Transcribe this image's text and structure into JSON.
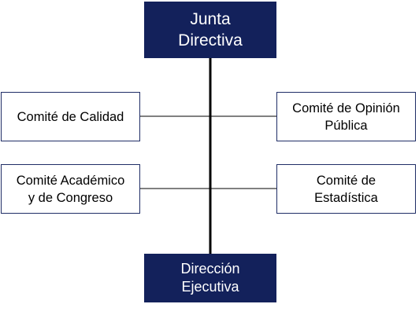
{
  "diagram": {
    "colors": {
      "dark_box": "#13215b",
      "dark_text": "#ffffff",
      "light_border": "#1f2d66",
      "connector": "#000000"
    },
    "nodes": {
      "board": "Junta\nDirectiva",
      "executive": "Dirección\nEjecutiva",
      "quality_committee": "Comité de Calidad",
      "academic_committee": "Comité Académico\ny de Congreso",
      "public_opinion_committee": "Comité de Opinión\nPública",
      "statistics_committee": "Comité de\nEstadística"
    }
  }
}
